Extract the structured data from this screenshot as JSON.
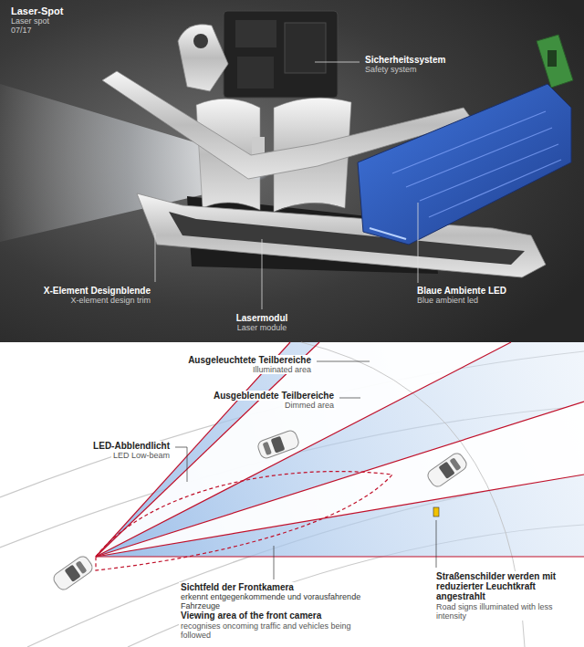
{
  "diagram": {
    "title": "Laser-Spot",
    "labels": [
      "Laser spot",
      "07/17",
      "Sicherheitssystem",
      "Safety system",
      "X-Element Designblende",
      "X-element design trim",
      "Lasermodul",
      "Laser module",
      "Blaue Ambiente LED",
      "Blue ambient led",
      "Ausgeleuchtete Teilbereiche",
      "Illuminated area",
      "Ausgeblendete Teilbereiche",
      "Dimmed area",
      "LED-Abblendlicht",
      "LED Low-beam",
      "Sichtfeld der Frontkamera",
      "erkennt entgegenkommende und vorausfahrende Fahrzeuge",
      "Viewing area of the front camera",
      "recognises oncoming traffic and vehicles being followed",
      "Straßenschilder werden mit reduzierter Leuchtkraft angestrahlt",
      "Road signs illuminated with less intensity"
    ]
  }
}
